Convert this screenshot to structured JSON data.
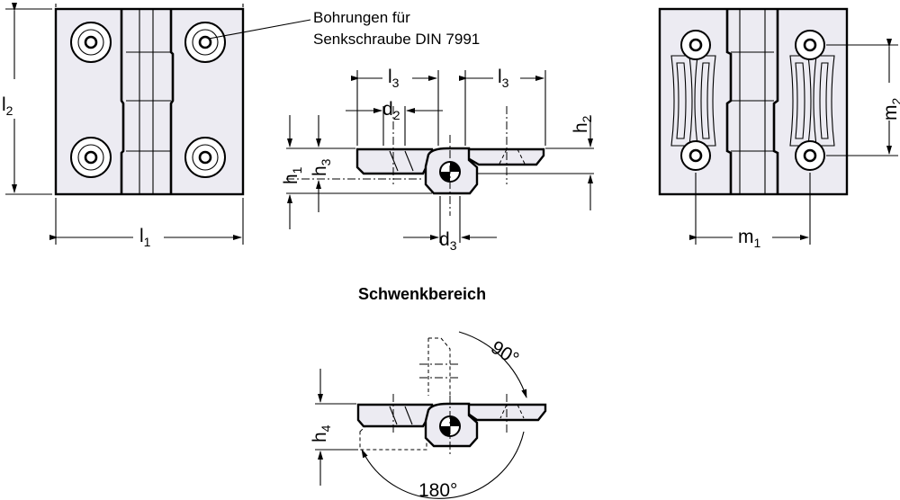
{
  "note": {
    "line1": "Bohrungen für",
    "line2": "Senkschraube  DIN 7991"
  },
  "dimensions": {
    "l1": {
      "main": "l",
      "sub": "1"
    },
    "l2": {
      "main": "l",
      "sub": "2"
    },
    "l3": {
      "main": "l",
      "sub": "3"
    },
    "d2": {
      "main": "d",
      "sub": "2"
    },
    "d3": {
      "main": "d",
      "sub": "3"
    },
    "h1": {
      "main": "h",
      "sub": "1"
    },
    "h2": {
      "main": "h",
      "sub": "2"
    },
    "h3": {
      "main": "h",
      "sub": "3"
    },
    "h4": {
      "main": "h",
      "sub": "4"
    },
    "m1": {
      "main": "m",
      "sub": "1"
    },
    "m2": {
      "main": "m",
      "sub": "2"
    }
  },
  "swing": {
    "title": "Schwenkbereich",
    "angle_90": "90°",
    "angle_180": "180°"
  },
  "colors": {
    "part_fill": "#ecebf2",
    "line": "#000000"
  }
}
